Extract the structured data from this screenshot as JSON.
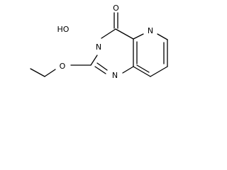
{
  "structure": {
    "atoms": {
      "oxygen_carbonyl": "O",
      "nitrogen_pyridine": "N",
      "nitrogen_n3": "N",
      "hydroxy_group": "HO",
      "nitrogen_n1": "N",
      "oxygen_ether": "O"
    },
    "bond_color": "#000000",
    "label_color": "#000000",
    "background": "#ffffff"
  }
}
